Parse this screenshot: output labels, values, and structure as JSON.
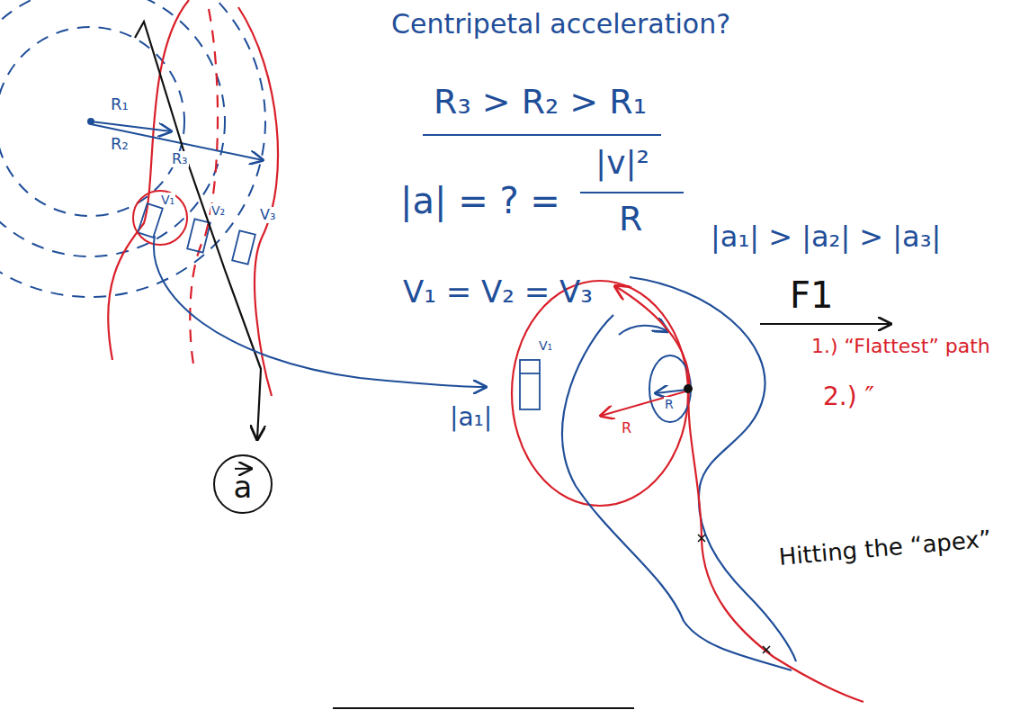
{
  "diagram": {
    "title": "Centripetal acceleration?",
    "nodes": [
      {
        "text": [
          "a"
        ]
      }
    ],
    "labels": [
      "R₃ > R₂ > R₁",
      "|a| = ? =",
      "|v|²",
      "R",
      "|a₁| > |a₂| > |a₃|",
      "V₁ = V₂ = V₃",
      "F1",
      "1.) “Flattest” path",
      "2.) ″",
      "Hitting the “apex”",
      "R₁",
      "R₂",
      "R₃",
      "V₁",
      "V₂",
      "V₃",
      "V₁",
      "|a₁|",
      "R",
      "R"
    ]
  }
}
